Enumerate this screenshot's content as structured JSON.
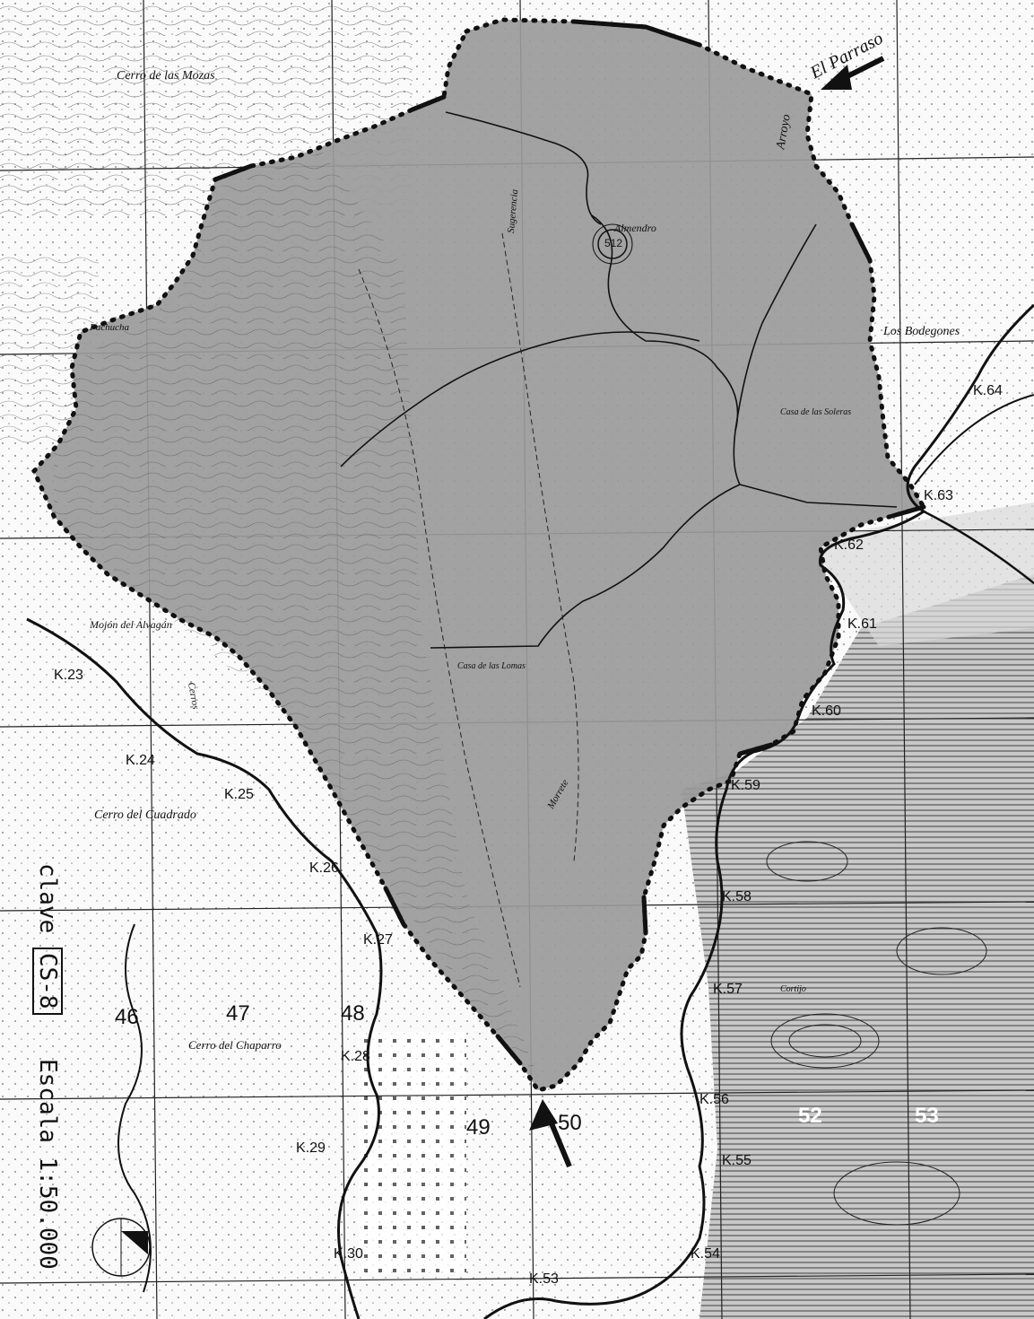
{
  "map": {
    "scale": "1:50.000",
    "scale_label": "Escala",
    "key_label": "clave",
    "key_code": "CS-8",
    "colors": {
      "paper": "#fafafa",
      "basin_fill": "#9a9a9a",
      "relief_shade": "#7a7a7a",
      "ink": "#111111"
    },
    "sheet_numbers": [
      "46",
      "47",
      "48",
      "49",
      "50",
      "52",
      "53"
    ],
    "place_names": {
      "cerro_mozas": "Cerro de las Mozas",
      "el_parraso": "El Parraso",
      "arroyo": "Arroyo",
      "los_bodegones": "Los Bodegones",
      "cerro_alvagan": "Mojón del Alvagán",
      "cerro_cuadrado": "Cerro del Cuadrado",
      "cerro_chaparro": "Cerro del Chaparro",
      "casa_lomas": "Casa de las Lomas",
      "casa_soleras": "Casa de las Soleras",
      "pachucha": "Pachucha",
      "almendro": "Almendro",
      "sugerencia": "Sugerencia",
      "cortijo": "Cortijo",
      "morrete": "Morrete",
      "cerros": "Cerros"
    },
    "elevation": "512",
    "km_markers": [
      "K.64",
      "K.63",
      "K.62",
      "K.61",
      "K.60",
      "K.59",
      "K.58",
      "K.57",
      "K.56",
      "K.55",
      "K.54",
      "K.53",
      "K.23",
      "K.24",
      "K.25",
      "K.26",
      "K.27",
      "K.28",
      "K.29",
      "K.30"
    ]
  }
}
